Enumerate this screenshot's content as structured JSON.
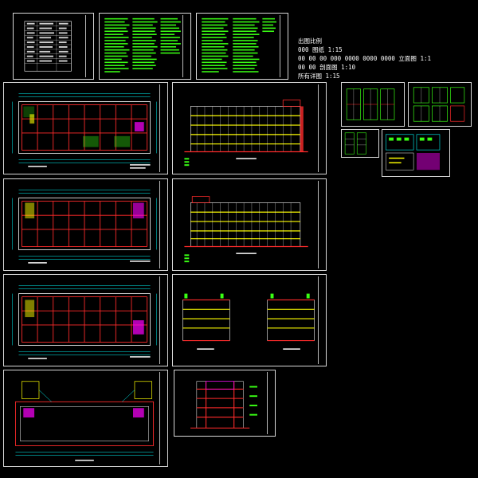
{
  "notes": {
    "lines": [
      "出图比例",
      "000 图纸 1:15",
      "00 00 00 000 0000 0000 0000 立面图 1:1",
      "00 00 剖面图 1:10",
      "所有详图 1:15"
    ]
  },
  "colors": {
    "background": "#000000",
    "frame": "#d8d8d8",
    "red": "#ff2b2b",
    "green": "#39ff14",
    "cyan": "#00ffff",
    "yellow": "#ffff00",
    "magenta": "#ff00ff",
    "white": "#ffffff"
  }
}
